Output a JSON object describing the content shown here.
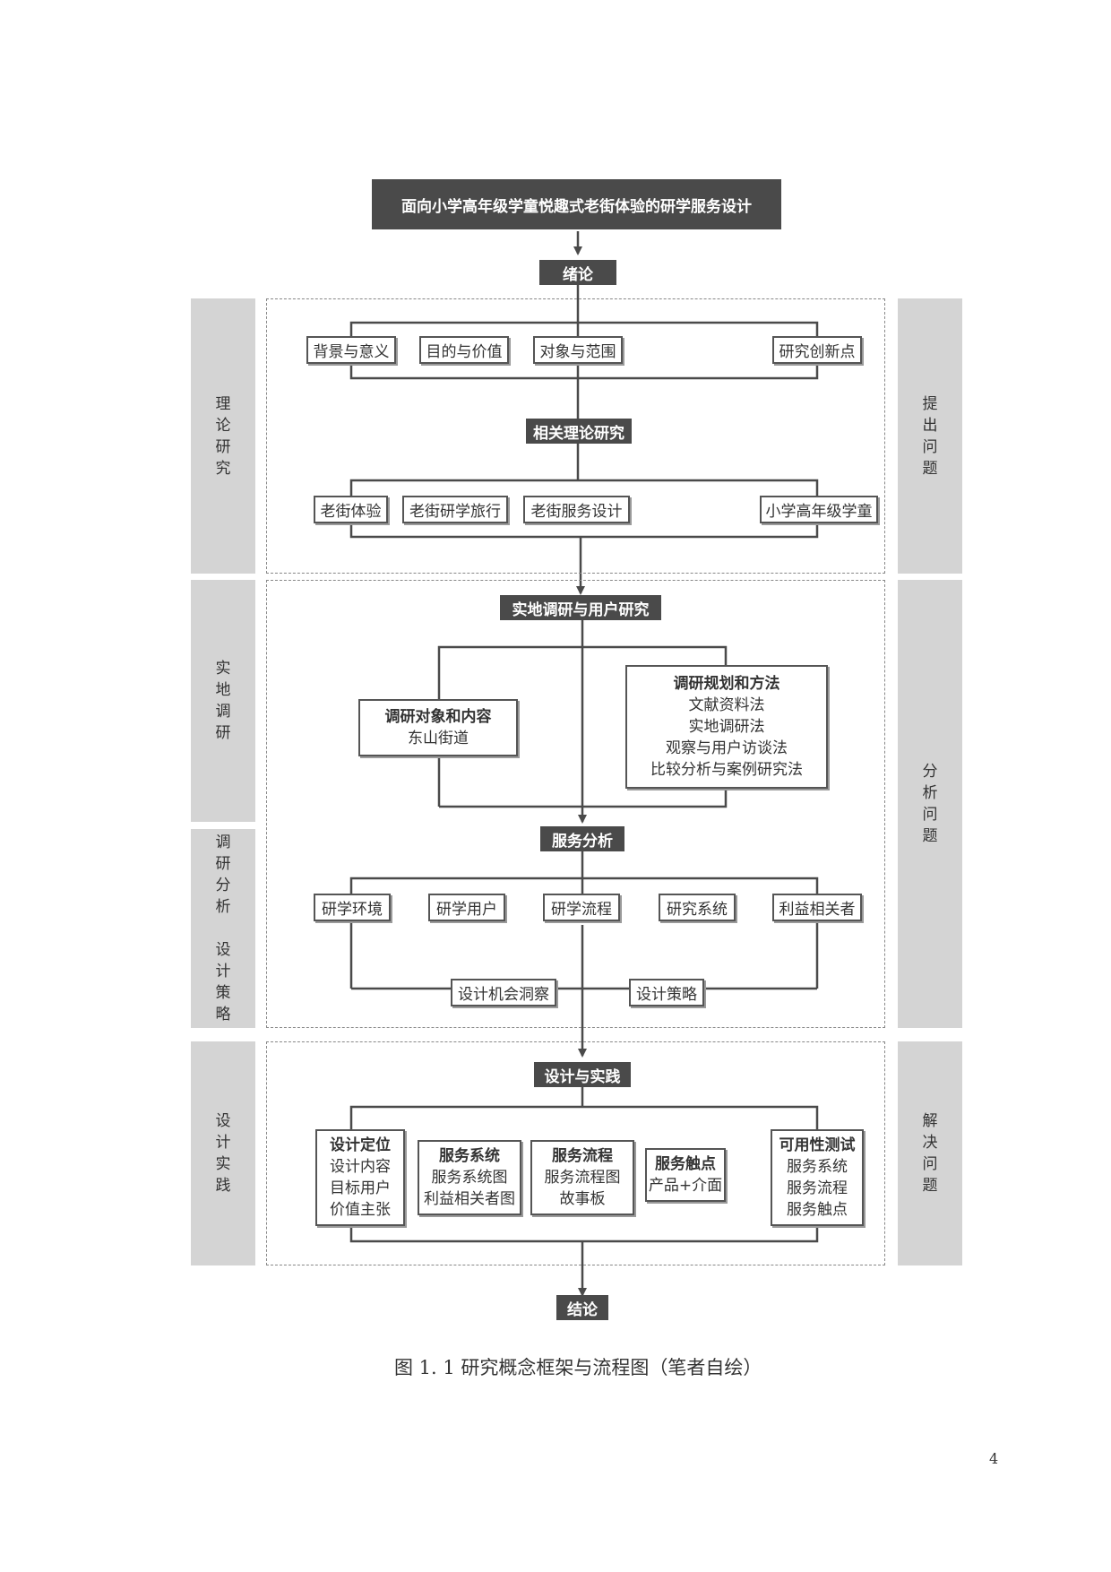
{
  "title": "面向小学高年级学童悦趣式老街体验的研学服务设计",
  "intro": "绪论",
  "conclusion": "结论",
  "left_sidebar": [
    {
      "chars": [
        "理",
        "论",
        "研",
        "究"
      ]
    },
    {
      "chars": [
        "实",
        "地",
        "调",
        "研"
      ]
    },
    {
      "chars": [
        "调",
        "研",
        "分",
        "析"
      ],
      "chars2": [
        "设",
        "计",
        "策",
        "略"
      ]
    },
    {
      "chars": [
        "设",
        "计",
        "实",
        "践"
      ]
    }
  ],
  "right_sidebar": [
    {
      "chars": [
        "提",
        "出",
        "问",
        "题"
      ]
    },
    {
      "chars": [
        "分",
        "析",
        "问",
        "题"
      ]
    },
    {
      "chars": [
        "解",
        "决",
        "问",
        "题"
      ]
    }
  ],
  "section1": {
    "items": [
      "背景与意义",
      "目的与价值",
      "对象与范围",
      "研究创新点"
    ],
    "hub": "相关理论研究",
    "items2": [
      "老街体验",
      "老街研学旅行",
      "老街服务设计",
      "小学高年级学童"
    ]
  },
  "section2": {
    "hub": "实地调研与用户研究",
    "left_box": {
      "title": "调研对象和内容",
      "lines": [
        "东山街道"
      ]
    },
    "right_box": {
      "title": "调研规划和方法",
      "lines": [
        "文献资料法",
        "实地调研法",
        "观察与用户访谈法",
        "比较分析与案例研究法"
      ]
    },
    "analysis_hub": "服务分析",
    "items": [
      "研学环境",
      "研学用户",
      "研学流程",
      "研究系统",
      "利益相关者"
    ],
    "bottom": [
      "设计机会洞察",
      "设计策略"
    ]
  },
  "section3": {
    "hub": "设计与实践",
    "boxes": [
      {
        "title": "设计定位",
        "lines": [
          "设计内容",
          "目标用户",
          "价值主张"
        ]
      },
      {
        "title": "服务系统",
        "lines": [
          "服务系统图",
          "利益相关者图"
        ]
      },
      {
        "title": "服务流程",
        "lines": [
          "服务流程图",
          "故事板"
        ]
      },
      {
        "title": "服务触点",
        "lines": [
          "产品+介面"
        ]
      },
      {
        "title": "可用性测试",
        "lines": [
          "服务系统",
          "服务流程",
          "服务触点"
        ]
      }
    ]
  },
  "caption": "图 1. 1  研究概念框架与流程图（笔者自绘）",
  "page_number": "4"
}
